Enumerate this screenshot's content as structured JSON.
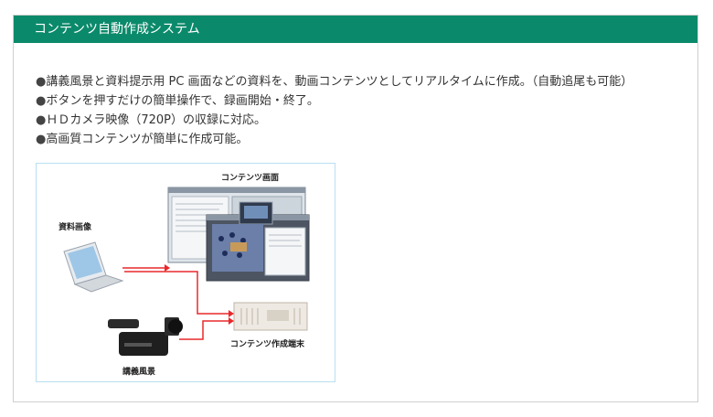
{
  "section": {
    "title": "コンテンツ自動作成システム"
  },
  "bullet_mark": "●",
  "bullets": [
    "講義風景と資料提示用 PC 画面などの資料を、動画コンテンツとしてリアルタイムに作成。（自動追尾も可能）",
    "ボタンを押すだけの簡単操作で、録画開始・終了。",
    "ＨＤカメラ映像（720P）の収録に対応。",
    "高画質コンテンツが簡単に作成可能。"
  ],
  "diagram": {
    "label_content_screen": "コンテンツ画面",
    "label_material_image": "資料画像",
    "label_terminal": "コンテンツ作成端末",
    "label_lecture": "講義風景"
  },
  "colors": {
    "header": "#0b8a6b",
    "arrow": "#e8282b",
    "figure_border": "#b9dff0"
  }
}
